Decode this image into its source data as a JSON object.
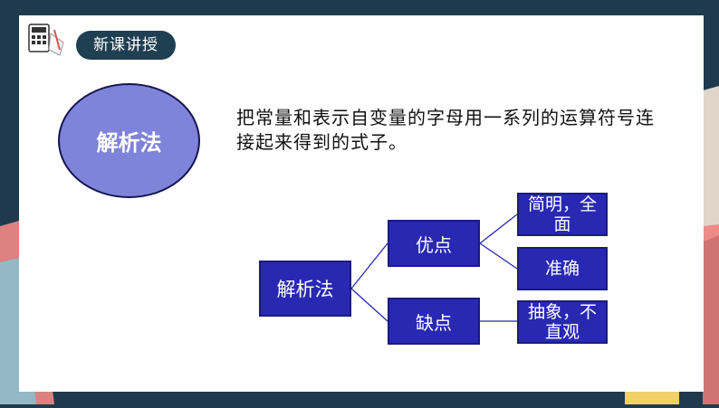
{
  "section_tab": {
    "label": "新课讲授"
  },
  "topic": {
    "title": "解析法"
  },
  "definition": {
    "text": "把常量和表示自变量的字母用一系列的运算符号连接起来得到的式子。"
  },
  "diagram": {
    "root": "解析法",
    "branches": [
      {
        "label": "优点",
        "children": [
          "简明，全面",
          "准确"
        ]
      },
      {
        "label": "缺点",
        "children": [
          "抽象，不直观"
        ]
      }
    ]
  },
  "colors": {
    "background": "#1f3a4c",
    "node_fill": "#2828b3",
    "ellipse_fill": "#7f83d9",
    "tab_fill": "#1f3f52"
  }
}
